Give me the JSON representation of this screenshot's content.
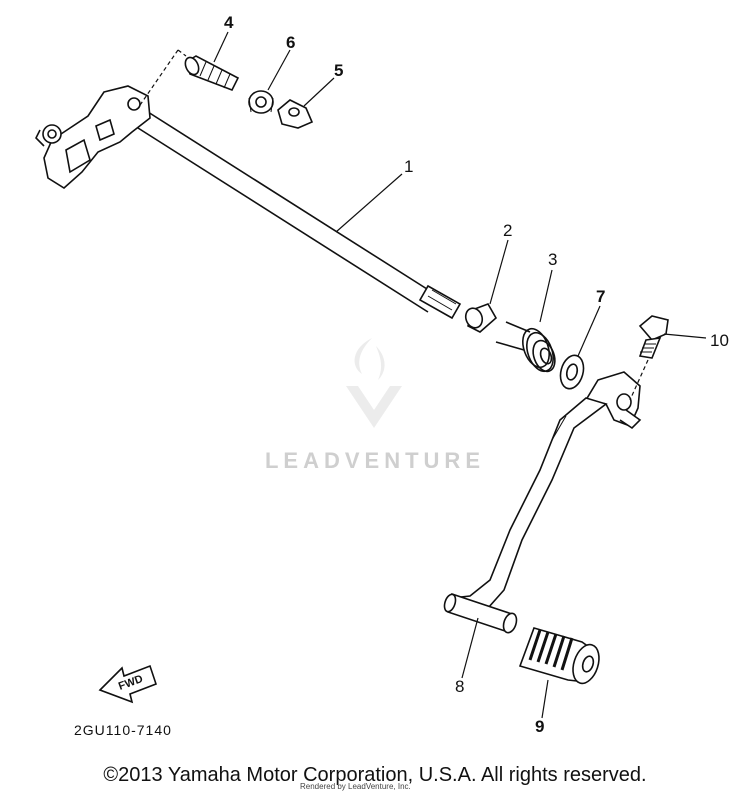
{
  "callouts": {
    "c1": "1",
    "c2": "2",
    "c3": "3",
    "c4": "4",
    "c5": "5",
    "c6": "6",
    "c7": "7",
    "c8": "8",
    "c9": "9",
    "c10": "10"
  },
  "fwd_label": "FWD",
  "diagram_code": "2GU110-7140",
  "copyright": "©2013 Yamaha Motor Corporation, U.S.A. All rights reserved.",
  "rendered_by": "Rendered by LeadVenture, Inc.",
  "watermark": "LEADVENTURE",
  "colors": {
    "line": "#111111",
    "watermark": "#cfcfcf"
  }
}
